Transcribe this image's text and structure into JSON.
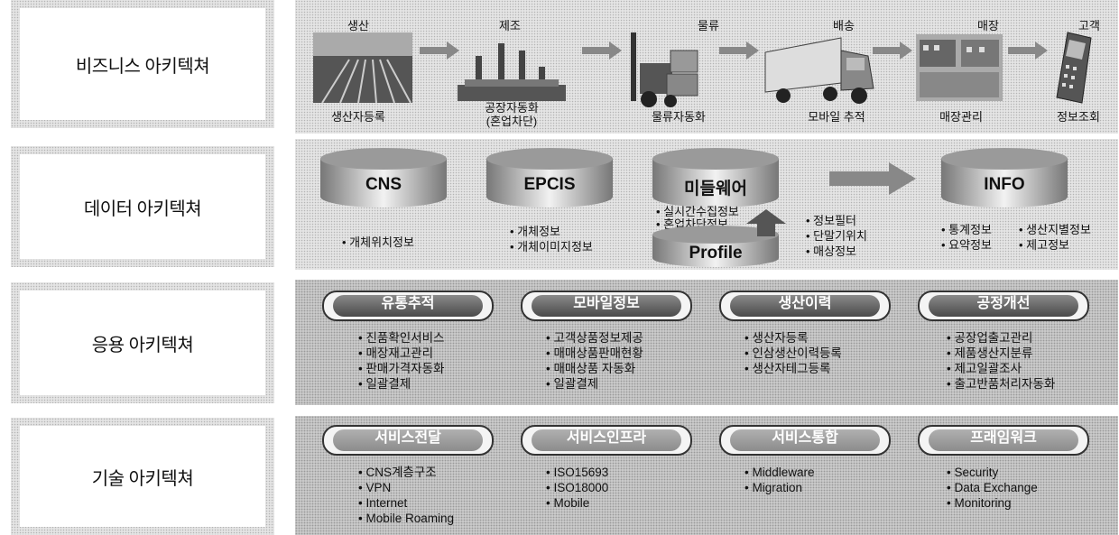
{
  "rows": {
    "business": "비즈니스 아키텍쳐",
    "data": "데이터 아키텍쳐",
    "application": "응용 아키텍쳐",
    "technology": "기술 아키텍쳐"
  },
  "business": {
    "steps": [
      {
        "top": "생산",
        "bottom": "생산자등록",
        "icon": "farm-field-icon"
      },
      {
        "top": "제조",
        "bottom": "공장자동화\n(혼업차단)",
        "icon": "factory-icon"
      },
      {
        "top": "물류",
        "bottom": "물류자동화",
        "icon": "forklift-icon"
      },
      {
        "top": "배송",
        "bottom": "모바일 추적",
        "icon": "truck-icon"
      },
      {
        "top": "매장",
        "bottom": "매장관리",
        "icon": "store-icon"
      },
      {
        "top": "고객",
        "bottom": "정보조회",
        "icon": "handheld-reader-icon"
      }
    ]
  },
  "data": {
    "cns": {
      "label": "CNS",
      "items": [
        "개체위치정보"
      ]
    },
    "epcis": {
      "label": "EPCIS",
      "items": [
        "개체정보",
        "개체이미지정보"
      ]
    },
    "middleware": {
      "label": "미들웨어",
      "left_items": [
        "실시간수집정보",
        "혼업차단정보"
      ],
      "right_items": [
        "정보필터",
        "단말기위치",
        "매상정보"
      ]
    },
    "profile": {
      "label": "Profile"
    },
    "info": {
      "label": "INFO",
      "items_col1": [
        "통계정보",
        "요약정보"
      ],
      "items_col2": [
        "생산지별정보",
        "제고정보"
      ]
    }
  },
  "application": {
    "groups": [
      {
        "title": "유통추적",
        "items": [
          "진품확인서비스",
          "매장재고관리",
          "판매가격자동화",
          "일괄결제"
        ]
      },
      {
        "title": "모바일정보",
        "items": [
          "고객상품정보제공",
          "매매상품판매현황",
          "매매상품 자동화",
          "일괄결제"
        ]
      },
      {
        "title": "생산이력",
        "items": [
          "생산자등록",
          "인삼생산이력등록",
          "생산자테그등록"
        ]
      },
      {
        "title": "공정개선",
        "items": [
          "공장업출고관리",
          "제품생산지분류",
          "제고일괄조사",
          "출고반품처리자동화"
        ]
      }
    ]
  },
  "technology": {
    "groups": [
      {
        "title": "서비스전달",
        "items": [
          "CNS계층구조",
          "VPN",
          "Internet",
          "Mobile Roaming"
        ]
      },
      {
        "title": "서비스인프라",
        "items": [
          "ISO15693",
          "ISO18000",
          "Mobile"
        ]
      },
      {
        "title": "서비스통합",
        "items": [
          "Middleware",
          "Migration"
        ]
      },
      {
        "title": "프래임워크",
        "items": [
          "Security",
          "Data Exchange",
          "Monitoring"
        ]
      }
    ]
  }
}
